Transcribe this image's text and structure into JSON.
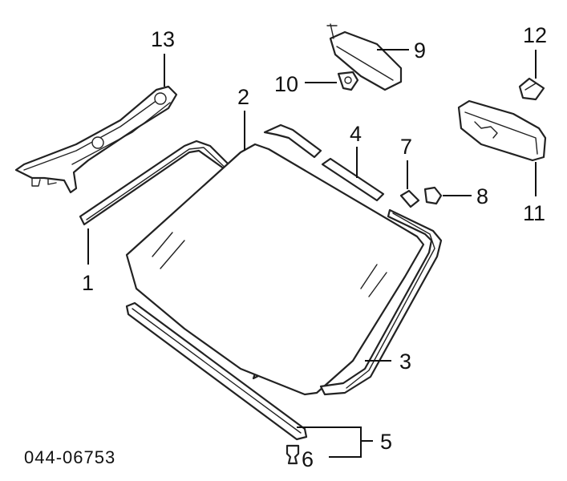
{
  "callouts": [
    {
      "id": "1",
      "text": "1"
    },
    {
      "id": "2",
      "text": "2"
    },
    {
      "id": "3",
      "text": "3"
    },
    {
      "id": "4",
      "text": "4"
    },
    {
      "id": "5",
      "text": "5"
    },
    {
      "id": "6",
      "text": "6"
    },
    {
      "id": "7",
      "text": "7"
    },
    {
      "id": "8",
      "text": "8"
    },
    {
      "id": "9",
      "text": "9"
    },
    {
      "id": "10",
      "text": "10"
    },
    {
      "id": "11",
      "text": "11"
    },
    {
      "id": "12",
      "text": "12"
    },
    {
      "id": "13",
      "text": "13"
    }
  ],
  "diagram_code": "044-06753"
}
